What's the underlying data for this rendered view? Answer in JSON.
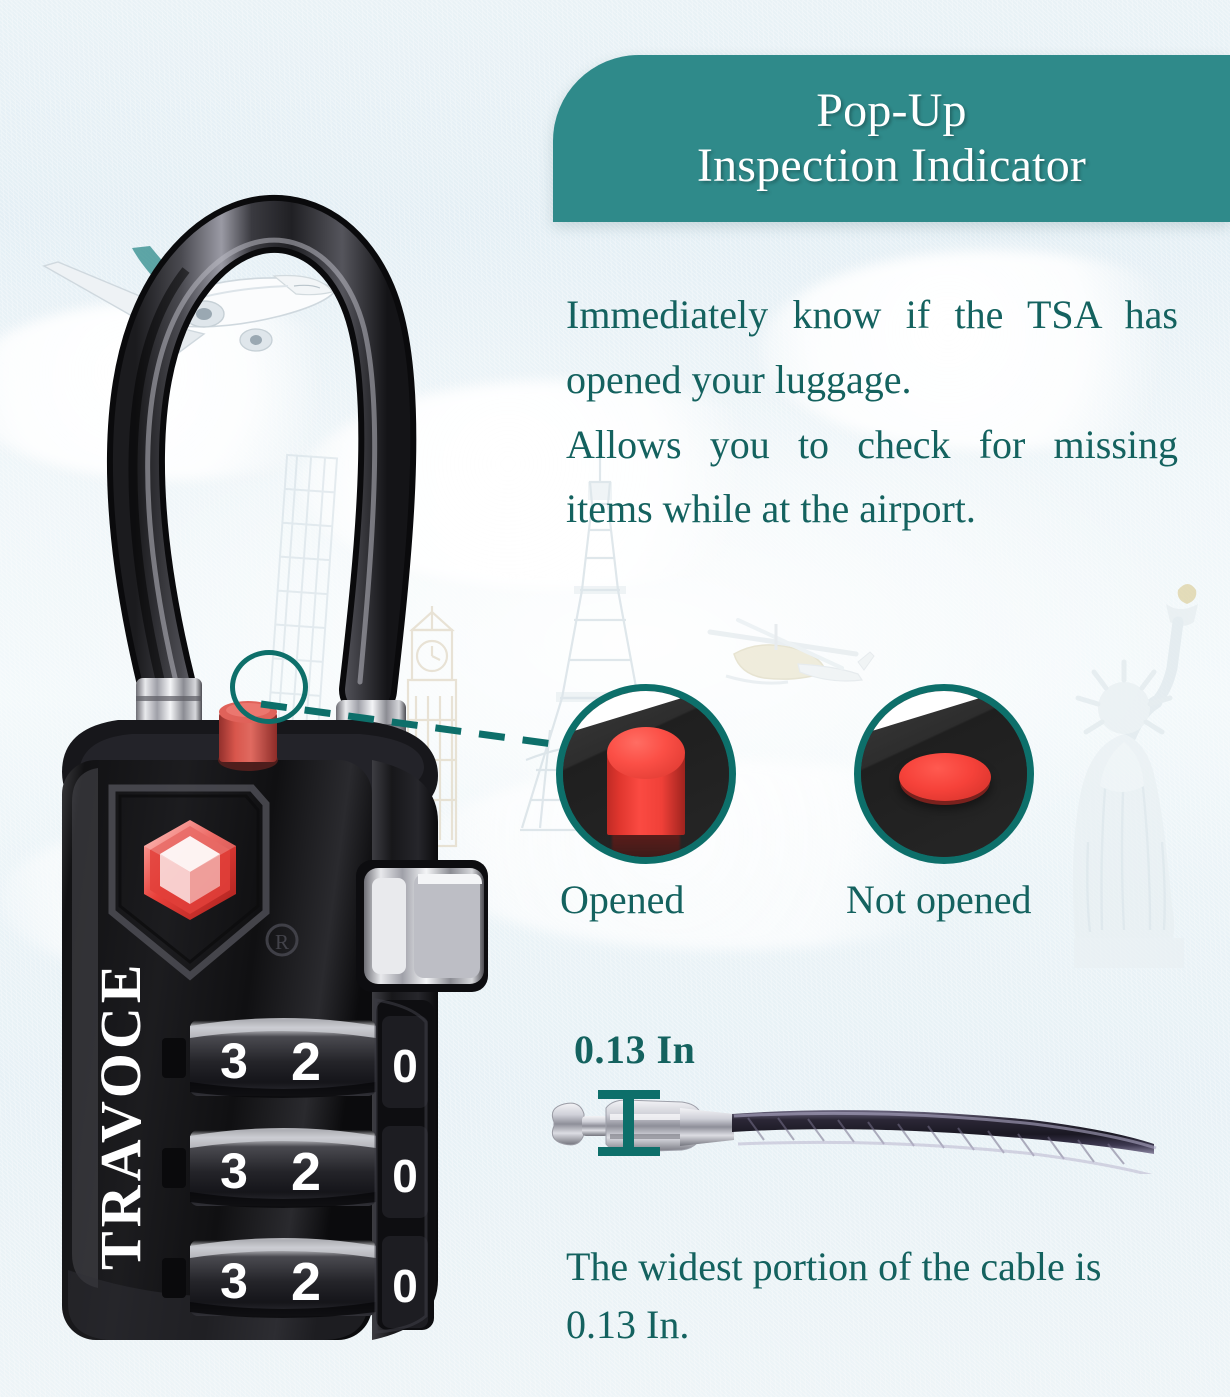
{
  "banner": {
    "line1": "Pop-Up",
    "line2": "Inspection Indicator",
    "bg_color": "#2f8a8a",
    "text_color": "#ffffff"
  },
  "body_copy": {
    "paragraph_1": "Immediately know if the TSA has opened your luggage.",
    "paragraph_2": "Allows you to check for missing items while at the airport.",
    "text_color": "#14625f"
  },
  "callouts": [
    {
      "id": "opened",
      "label": "Opened",
      "state": "popped-up",
      "indicator_color": "#f6423a",
      "ring_color": "#0d6f6a"
    },
    {
      "id": "not-opened",
      "label": "Not opened",
      "state": "flush",
      "indicator_color": "#f6423a",
      "ring_color": "#0d6f6a"
    }
  ],
  "dimension": {
    "value_label": "0.13 In",
    "caption": "The widest portion of the cable is 0.13 In.",
    "marker_color": "#0d6f6a"
  },
  "product": {
    "brand": "TRAVOCE",
    "dial_digits_front": [
      "3",
      "2"
    ],
    "dial_side_digit": "0",
    "dial_count": 3,
    "badge": "tsa-diamond-logo",
    "body_color": "#141414",
    "indicator_color": "#d8443c"
  },
  "background": {
    "watermarks": [
      "eiffel-tower",
      "statue-of-liberty",
      "big-ben",
      "leaning-tower",
      "helicopter",
      "airplane"
    ]
  }
}
